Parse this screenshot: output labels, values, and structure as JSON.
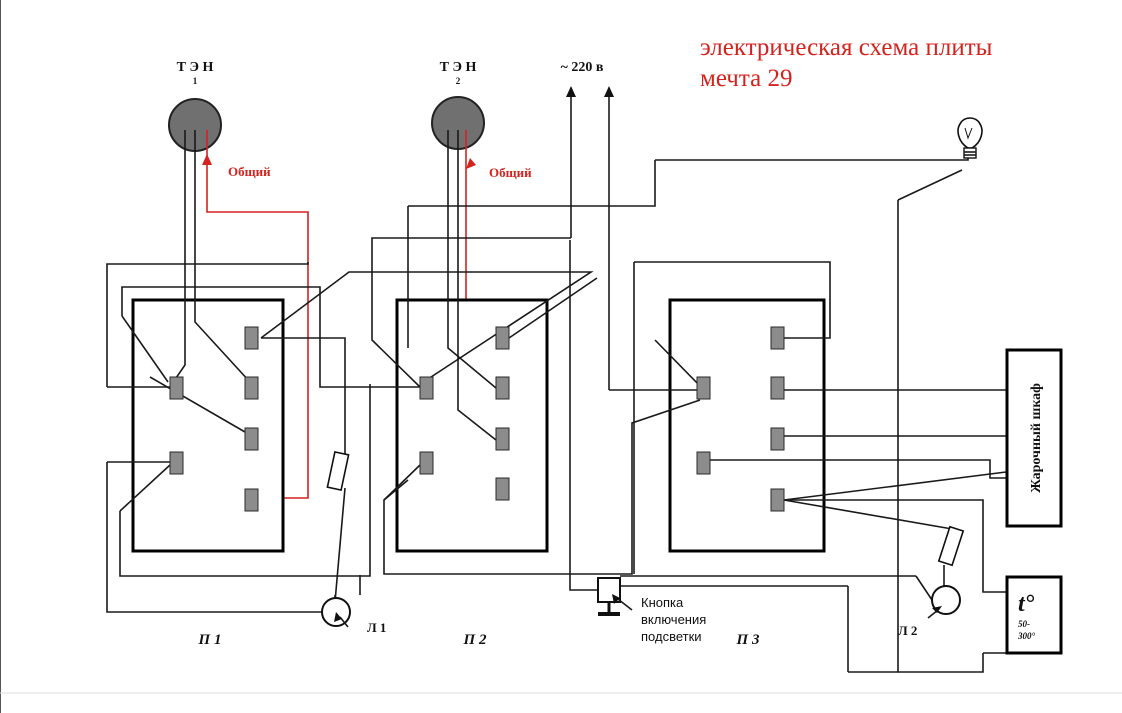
{
  "title": {
    "line1": "электрическая схема плиты",
    "line2": "мечта 29",
    "color": "#d4231f"
  },
  "heaters": [
    {
      "label": "Т Э Н",
      "number": "1",
      "common_label": "Общий"
    },
    {
      "label": "Т Э Н",
      "number": "2",
      "common_label": "Общий"
    }
  ],
  "power_label": "~ 220 в",
  "switches": [
    {
      "label": "П 1"
    },
    {
      "label": "П 2"
    },
    {
      "label": "П 3"
    }
  ],
  "lamps": [
    {
      "label": "Л 1"
    },
    {
      "label": "Л 2"
    }
  ],
  "button_label": [
    "Кнопка",
    "включения",
    "подсветки"
  ],
  "oven_label": "Жарочный шкаф",
  "thermostat": {
    "symbol": "t°",
    "range_line1": "50-",
    "range_line2": "300°"
  },
  "colors": {
    "wire": "#1a1a1a",
    "common_wire": "#d4231f",
    "heater": "#707070",
    "pin": "#8c8c8c"
  }
}
